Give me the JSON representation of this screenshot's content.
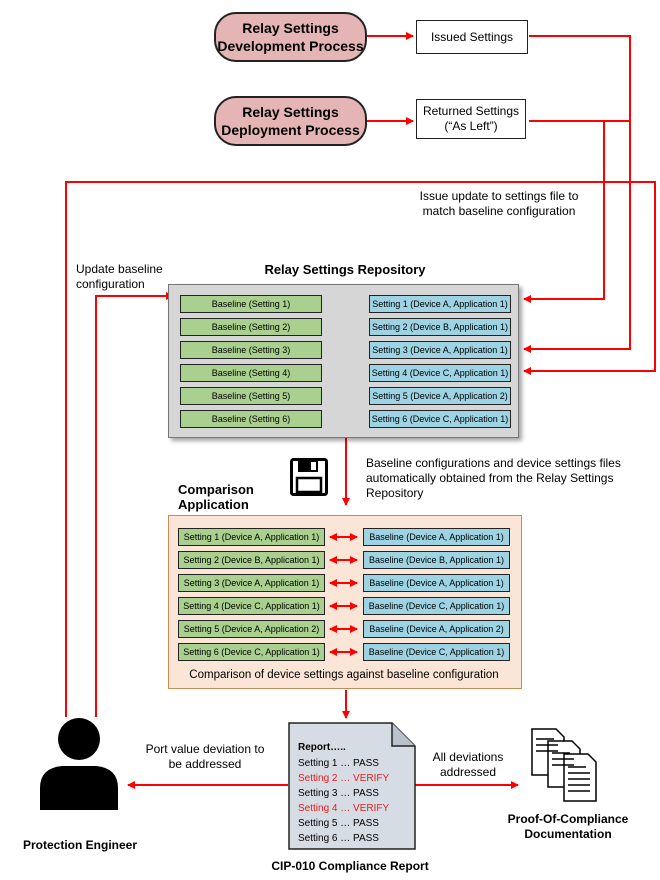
{
  "processes": {
    "development": "Relay Settings Development Process",
    "deployment": "Relay Settings Deployment Process",
    "issued": "Issued Settings",
    "returned": "Returned Settings (“As Left”)"
  },
  "annotations": {
    "issue_update": "Issue update to settings file to match baseline configuration",
    "update_baseline": "Update baseline configuration",
    "auto_obtained": "Baseline configurations and device settings files automatically obtained from the Relay Settings Repository",
    "port_deviation": "Port value deviation to be addressed",
    "all_deviations": "All deviations addressed"
  },
  "repository": {
    "title": "Relay Settings Repository",
    "baselines": [
      "Baseline (Setting 1)",
      "Baseline (Setting 2)",
      "Baseline (Setting 3)",
      "Baseline (Setting 4)",
      "Baseline (Setting 5)",
      "Baseline (Setting 6)"
    ],
    "settings": [
      "Setting 1 (Device A, Application 1)",
      "Setting 2 (Device B, Application 1)",
      "Setting 3 (Device A, Application 1)",
      "Setting 4 (Device C, Application 1)",
      "Setting 5 (Device A, Application 2)",
      "Setting 6 (Device C, Application 1)"
    ]
  },
  "comparison": {
    "title": "Comparison Application",
    "settings": [
      "Setting 1 (Device A, Application 1)",
      "Setting 2 (Device B, Application 1)",
      "Setting 3 (Device A, Application 1)",
      "Setting 4 (Device C, Application 1)",
      "Setting 5 (Device A, Application 2)",
      "Setting 6 (Device C, Application 1)"
    ],
    "baselines": [
      "Baseline (Device A, Application 1)",
      "Baseline (Device B, Application 1)",
      "Baseline (Device A, Application 1)",
      "Baseline (Device C, Application 1)",
      "Baseline (Device A, Application 2)",
      "Baseline (Device C, Application 1)"
    ],
    "caption": "Comparison of device settings against baseline configuration"
  },
  "report": {
    "header": "Report…..",
    "lines": [
      {
        "text": "Setting 1 … PASS",
        "color": "#000000"
      },
      {
        "text": "Setting 2 … VERIFY",
        "color": "#e02020"
      },
      {
        "text": "Setting 3 … PASS",
        "color": "#000000"
      },
      {
        "text": "Setting 4 … VERIFY",
        "color": "#e02020"
      },
      {
        "text": "Setting 5 … PASS",
        "color": "#000000"
      },
      {
        "text": "Setting 6 … PASS",
        "color": "#000000"
      }
    ],
    "title": "CIP-010 Compliance Report"
  },
  "engineer": {
    "label": "Protection Engineer"
  },
  "proof": {
    "label": "Proof-Of-Compliance Documentation"
  },
  "colors": {
    "arrow": "#ff0000",
    "process_fill": "#e5b5b5",
    "green_fill": "#a9d08e",
    "blue_fill": "#9dd3e2"
  }
}
